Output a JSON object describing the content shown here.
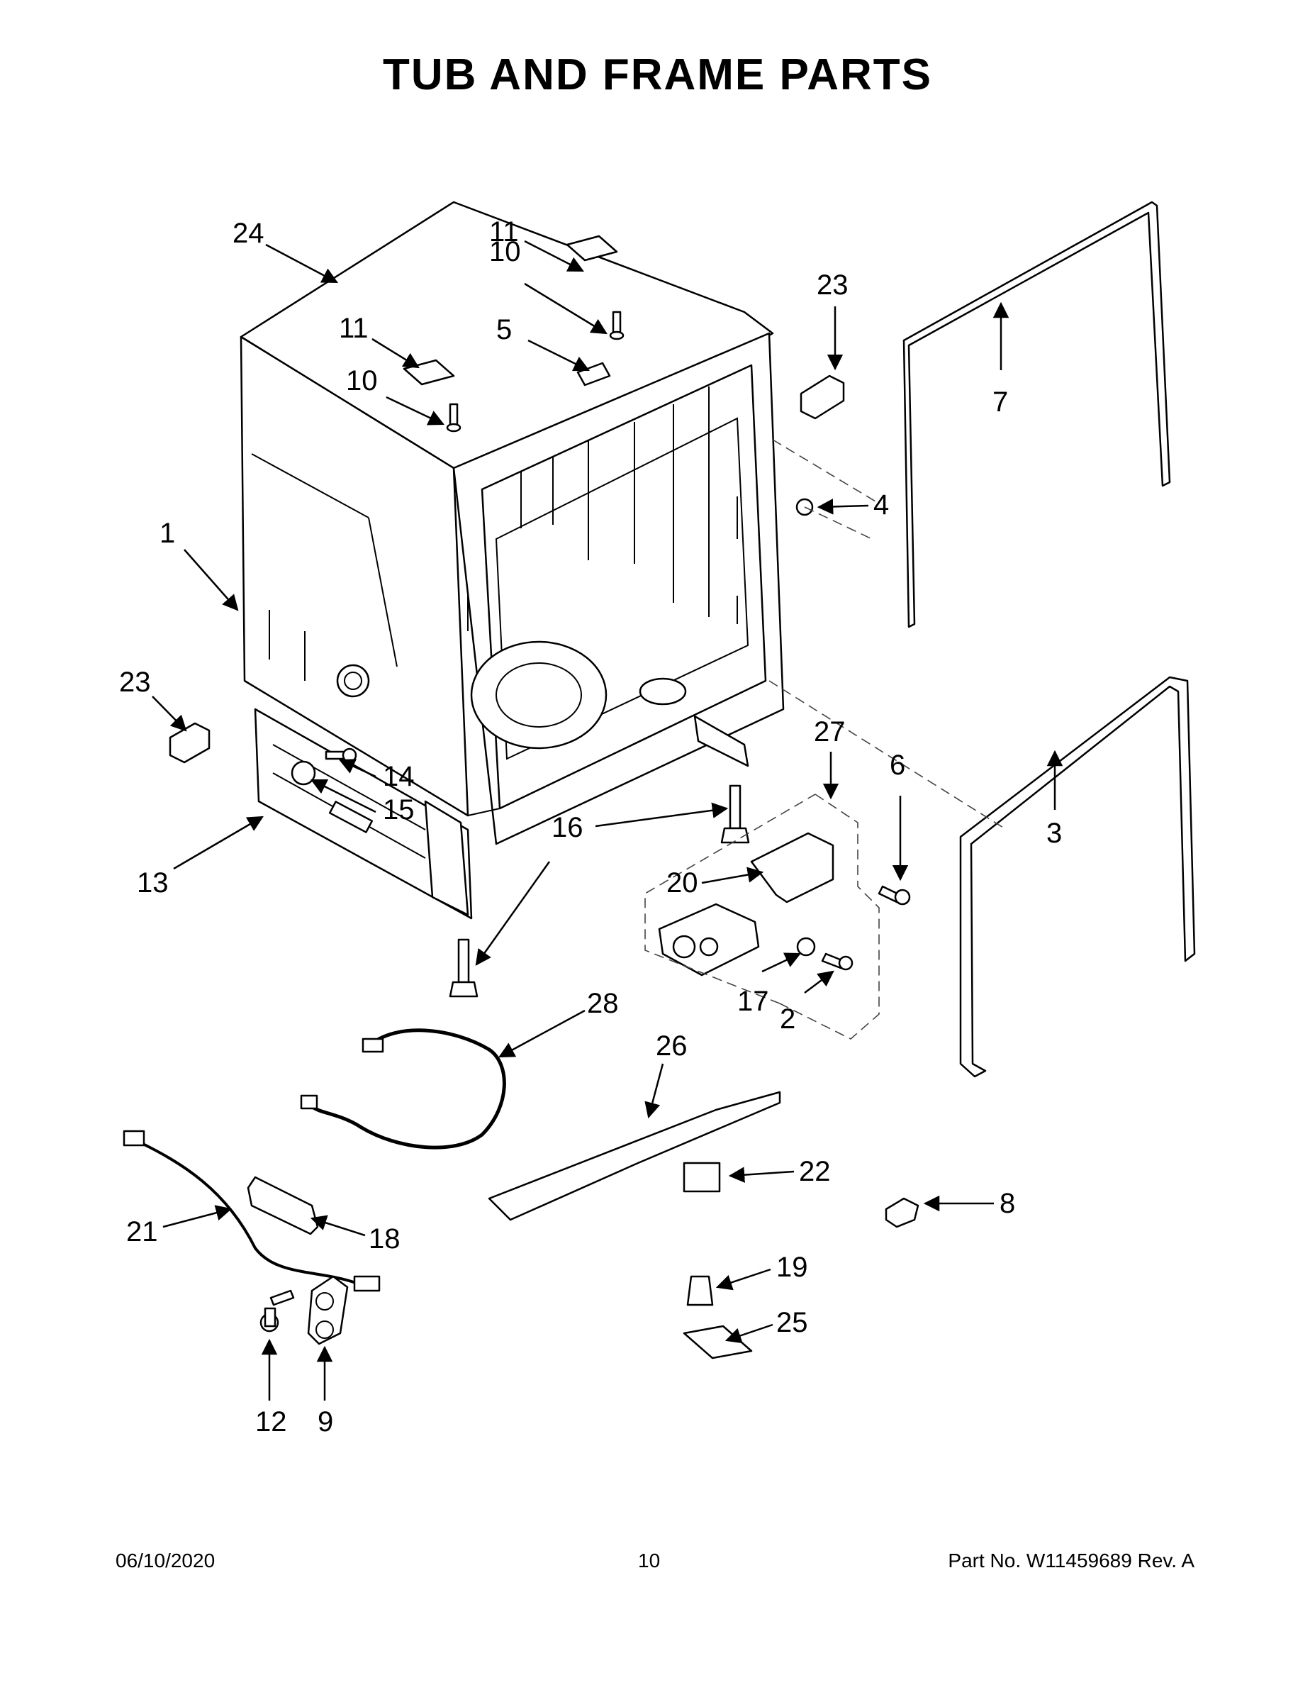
{
  "title": "TUB AND FRAME PARTS",
  "footer": {
    "date": "06/10/2020",
    "page_number": "10",
    "part_number": "Part No.  W11459689  Rev.  A"
  },
  "callouts": [
    "24",
    "11",
    "10",
    "5",
    "11",
    "10",
    "23",
    "7",
    "4",
    "1",
    "23",
    "14",
    "15",
    "13",
    "16",
    "27",
    "6",
    "3",
    "20",
    "17",
    "2",
    "28",
    "26",
    "22",
    "8",
    "21",
    "18",
    "19",
    "25",
    "12",
    "9"
  ]
}
